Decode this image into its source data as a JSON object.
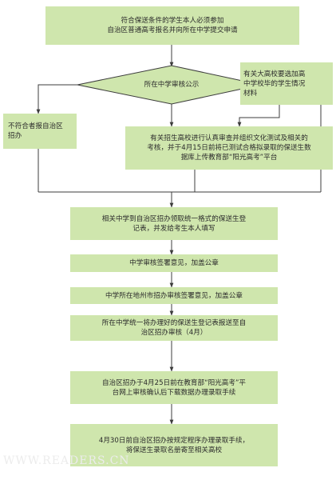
{
  "diagram": {
    "nodes": {
      "step1": "符合保送条件的学生本人必须参加\n自治区普通高考报名并向所在中学提交申请",
      "review": "所在中学审核公示",
      "reject": "不符合者报自治区\n招办",
      "special": "有关大高校要选加高\n中学校毕的学生情况\n材料",
      "exam": "有关招生高校进行认真审查并组织文化测试及相关的\n考核，并于4月15日前将已测试合格拟录取的保送生数\n据库上传教育部“阳光高考”平台",
      "step4": "相关中学到自治区招办领取统一格式的保送生登\n记表，并发给考生本人填写",
      "step5": "中学审核签署意见，加盖公章",
      "step6": "中学所在地州市招办审核签署意见，加盖公章",
      "step7": "所在中学统一将办理好的保送生登记表报送至自\n治区招办审核（4月）",
      "step8": "自治区招办于4月25日前在教育部“阳光高考”平\n台网上审核确认后下载数据办理录取手续",
      "step9": "4月30日前自治区招办按规定程序办理录取手续，\n将保送生录取名册寄至相关高校"
    },
    "watermark": "WWW.READERS.CN"
  }
}
